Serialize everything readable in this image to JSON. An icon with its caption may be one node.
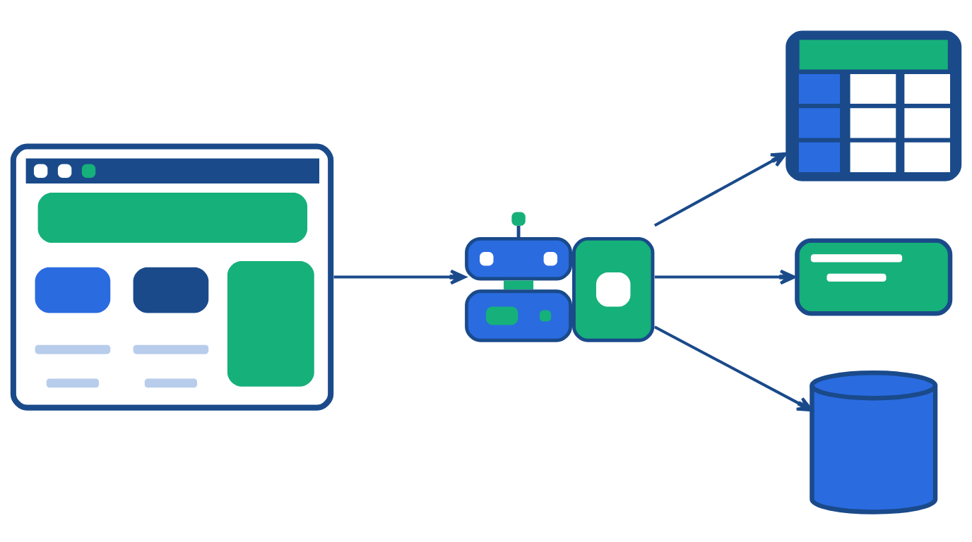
{
  "diagram": {
    "nodes": [
      {
        "text": [],
        "shape": "picture"
      },
      {
        "text": [],
        "shape": "picture"
      },
      {
        "text": [],
        "shape": "picture"
      },
      {
        "text": [],
        "shape": "picture"
      },
      {
        "text": [],
        "shape": "cylinder"
      }
    ],
    "edges": [
      {
        "from": 0,
        "to": 1,
        "arrow": "to"
      },
      {
        "from": 1,
        "to": 2,
        "arrow": "to"
      },
      {
        "from": 1,
        "to": 3,
        "arrow": "to"
      },
      {
        "from": 1,
        "to": 4,
        "arrow": "to"
      }
    ]
  }
}
